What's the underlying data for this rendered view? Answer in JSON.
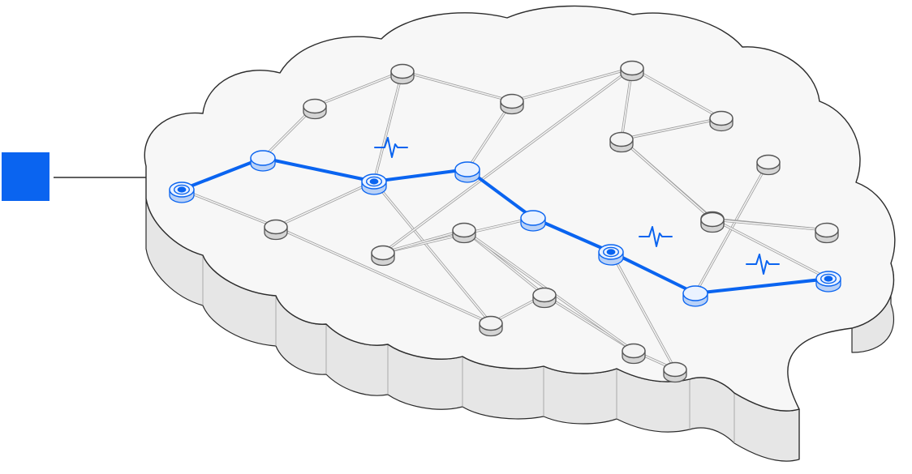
{
  "diagram": {
    "colors": {
      "accent": "#0a64f0",
      "outline": "#2b2b2b",
      "top_surface": "#f7f7f7",
      "side_surface": "#e6e6e6",
      "edge": "#bdbdbd",
      "node_top": "#f3f3f3",
      "node_side": "#d4d4d4",
      "active_node_top": "#eaf2ff",
      "active_node_side": "#b9d1f7"
    },
    "icons": {
      "indicator": "blue-square-icon",
      "pulse": "pulse-icon",
      "shape": "brain-icon"
    },
    "nodes": [
      {
        "id": "n1",
        "active": true,
        "core": true
      },
      {
        "id": "n2",
        "active": true,
        "core": false
      },
      {
        "id": "n3",
        "active": false,
        "core": false
      },
      {
        "id": "n4",
        "active": false,
        "core": false
      },
      {
        "id": "n5",
        "active": true,
        "core": true
      },
      {
        "id": "n6",
        "active": false,
        "core": false
      },
      {
        "id": "n7",
        "active": false,
        "core": false
      },
      {
        "id": "n8",
        "active": false,
        "core": false
      },
      {
        "id": "n9",
        "active": true,
        "core": false
      },
      {
        "id": "n10",
        "active": false,
        "core": false
      },
      {
        "id": "n11",
        "active": false,
        "core": false
      },
      {
        "id": "n12",
        "active": true,
        "core": false
      },
      {
        "id": "n13",
        "active": false,
        "core": false
      },
      {
        "id": "n14",
        "active": false,
        "core": false
      },
      {
        "id": "n15",
        "active": true,
        "core": true
      },
      {
        "id": "n16",
        "active": false,
        "core": false
      },
      {
        "id": "n17",
        "active": false,
        "core": false
      },
      {
        "id": "n18",
        "active": false,
        "core": false
      },
      {
        "id": "n19",
        "active": false,
        "core": false
      },
      {
        "id": "n20",
        "active": true,
        "core": false
      },
      {
        "id": "n21",
        "active": false,
        "core": false
      },
      {
        "id": "n22",
        "active": false,
        "core": false
      },
      {
        "id": "n23",
        "active": false,
        "core": false
      },
      {
        "id": "n24",
        "active": false,
        "core": false
      },
      {
        "id": "n25",
        "active": true,
        "core": true
      }
    ],
    "edges": [
      [
        "n1",
        "n2"
      ],
      [
        "n2",
        "n5"
      ],
      [
        "n5",
        "n9"
      ],
      [
        "n9",
        "n12"
      ],
      [
        "n12",
        "n15"
      ],
      [
        "n15",
        "n20"
      ],
      [
        "n20",
        "n25"
      ],
      [
        "n1",
        "n6"
      ],
      [
        "n2",
        "n3"
      ],
      [
        "n3",
        "n4"
      ],
      [
        "n4",
        "n5"
      ],
      [
        "n4",
        "n7"
      ],
      [
        "n5",
        "n6"
      ],
      [
        "n5",
        "n10"
      ],
      [
        "n6",
        "n10"
      ],
      [
        "n7",
        "n9"
      ],
      [
        "n7",
        "n13"
      ],
      [
        "n13",
        "n14"
      ],
      [
        "n13",
        "n8"
      ],
      [
        "n8",
        "n12"
      ],
      [
        "n8",
        "n11"
      ],
      [
        "n10",
        "n16"
      ],
      [
        "n16",
        "n11"
      ],
      [
        "n16",
        "n17"
      ],
      [
        "n11",
        "n17"
      ],
      [
        "n17",
        "n18"
      ],
      [
        "n18",
        "n15"
      ],
      [
        "n20",
        "n19"
      ],
      [
        "n21",
        "n22"
      ],
      [
        "n21",
        "n23"
      ],
      [
        "n22",
        "n24"
      ],
      [
        "n23",
        "n24"
      ],
      [
        "n22",
        "n25"
      ],
      [
        "n14",
        "n21"
      ],
      [
        "n13",
        "n21"
      ]
    ],
    "pulses": [
      {
        "id": "p1"
      },
      {
        "id": "p2"
      },
      {
        "id": "p3"
      }
    ]
  }
}
